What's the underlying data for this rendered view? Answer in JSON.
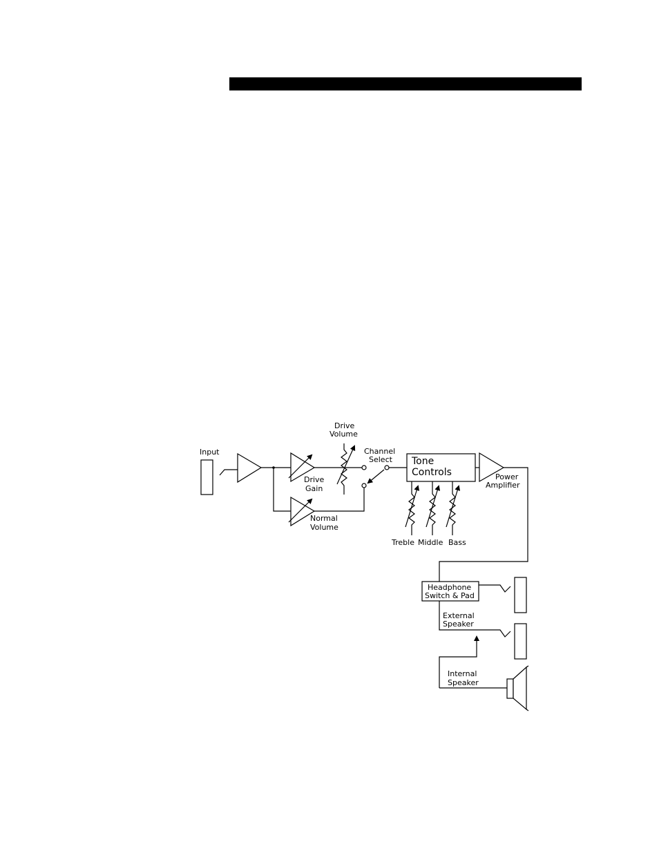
{
  "diagram": {
    "input_label": "Input",
    "drive_volume": [
      "Drive",
      "Volume"
    ],
    "channel_select": [
      "Channel",
      "Select"
    ],
    "tone_controls": [
      "Tone",
      "Controls"
    ],
    "power_amplifier": [
      "Power",
      "Amplifier"
    ],
    "drive_gain": [
      "Drive",
      "Gain"
    ],
    "normal_volume": [
      "Normal",
      "Volume"
    ],
    "treble": "Treble",
    "middle": "Middle",
    "bass": "Bass",
    "headphone_switch": [
      "Headphone",
      "Switch & Pad"
    ],
    "external_speaker": [
      "External",
      "Speaker"
    ],
    "internal_speaker": [
      "Internal",
      "Speaker"
    ]
  }
}
